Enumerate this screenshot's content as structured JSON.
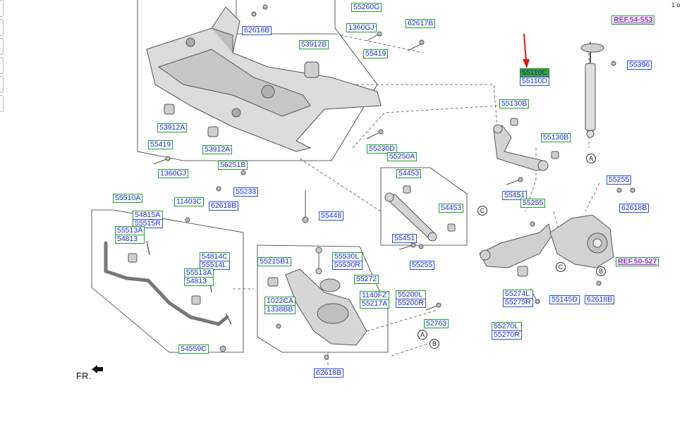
{
  "page_marker": "1 o",
  "front_label": "FR.",
  "circle_refs": {
    "a": "A",
    "b": "B",
    "c": "C"
  },
  "colors": {
    "highlight": "#3da33d",
    "label_text": "#1a2fd6",
    "ref_text": "#9a2bd1",
    "arrow": "#e01818"
  },
  "labels": {
    "p55260G": "55260G",
    "p62618B_top": "62618B",
    "p1360GJ_top": "1360GJ",
    "p55419_top": "55419",
    "p62617B": "62617B",
    "p53912B": "53912B",
    "p53912A_left": "53912A",
    "p53912A_mid": "53912A",
    "p55419_left": "55419",
    "p1360GJ_left": "1360GJ",
    "p56251B": "56251B",
    "p55233": "55233",
    "p62618B_mid": "62618B",
    "p55230D": "55230D",
    "p55250A": "55250A",
    "p55510A": "55510A",
    "p11403C": "11403C",
    "p54815A": "54815A",
    "p55515R": "55515R",
    "p55513A_top": "55513A",
    "p54813_top": "54813",
    "p54814C": "54814C",
    "p55514L": "55514L",
    "p55513A_low": "55513A",
    "p54813_low": "54813",
    "p54559C": "54559C",
    "p55448": "55448",
    "p54453_top": "54453",
    "p54453_low": "54453",
    "p55451_mid": "55451",
    "p55255_mid": "55255",
    "p55215B1": "55215B1",
    "p55530L": "55530L",
    "p55530R": "55530R",
    "p55272": "55272",
    "p1140FZ": "1140FZ",
    "p55217A": "55217A",
    "p1022CA": "1022CA",
    "p1338BB": "1338BB",
    "p55200L": "55200L",
    "p55200R": "55200R",
    "p52763": "52763",
    "p62618B_bottom": "62618B",
    "p55110C": "55110C",
    "p55110D": "55110D",
    "p55130B_top": "55130B",
    "p55130B_right": "55130B",
    "p55451_right": "55451",
    "p55255_right": "55255",
    "p55255_far": "55255",
    "p62618B_right": "62618B",
    "p55396": "55396",
    "ref_54553": "REF.54-553",
    "ref_50527": "REF.50-527",
    "p55274L": "55274L",
    "p55275R": "55275R",
    "p55145D": "55145D",
    "p62618B_hub": "62618B",
    "p55270L": "55270L",
    "p55270R": "55270R"
  }
}
